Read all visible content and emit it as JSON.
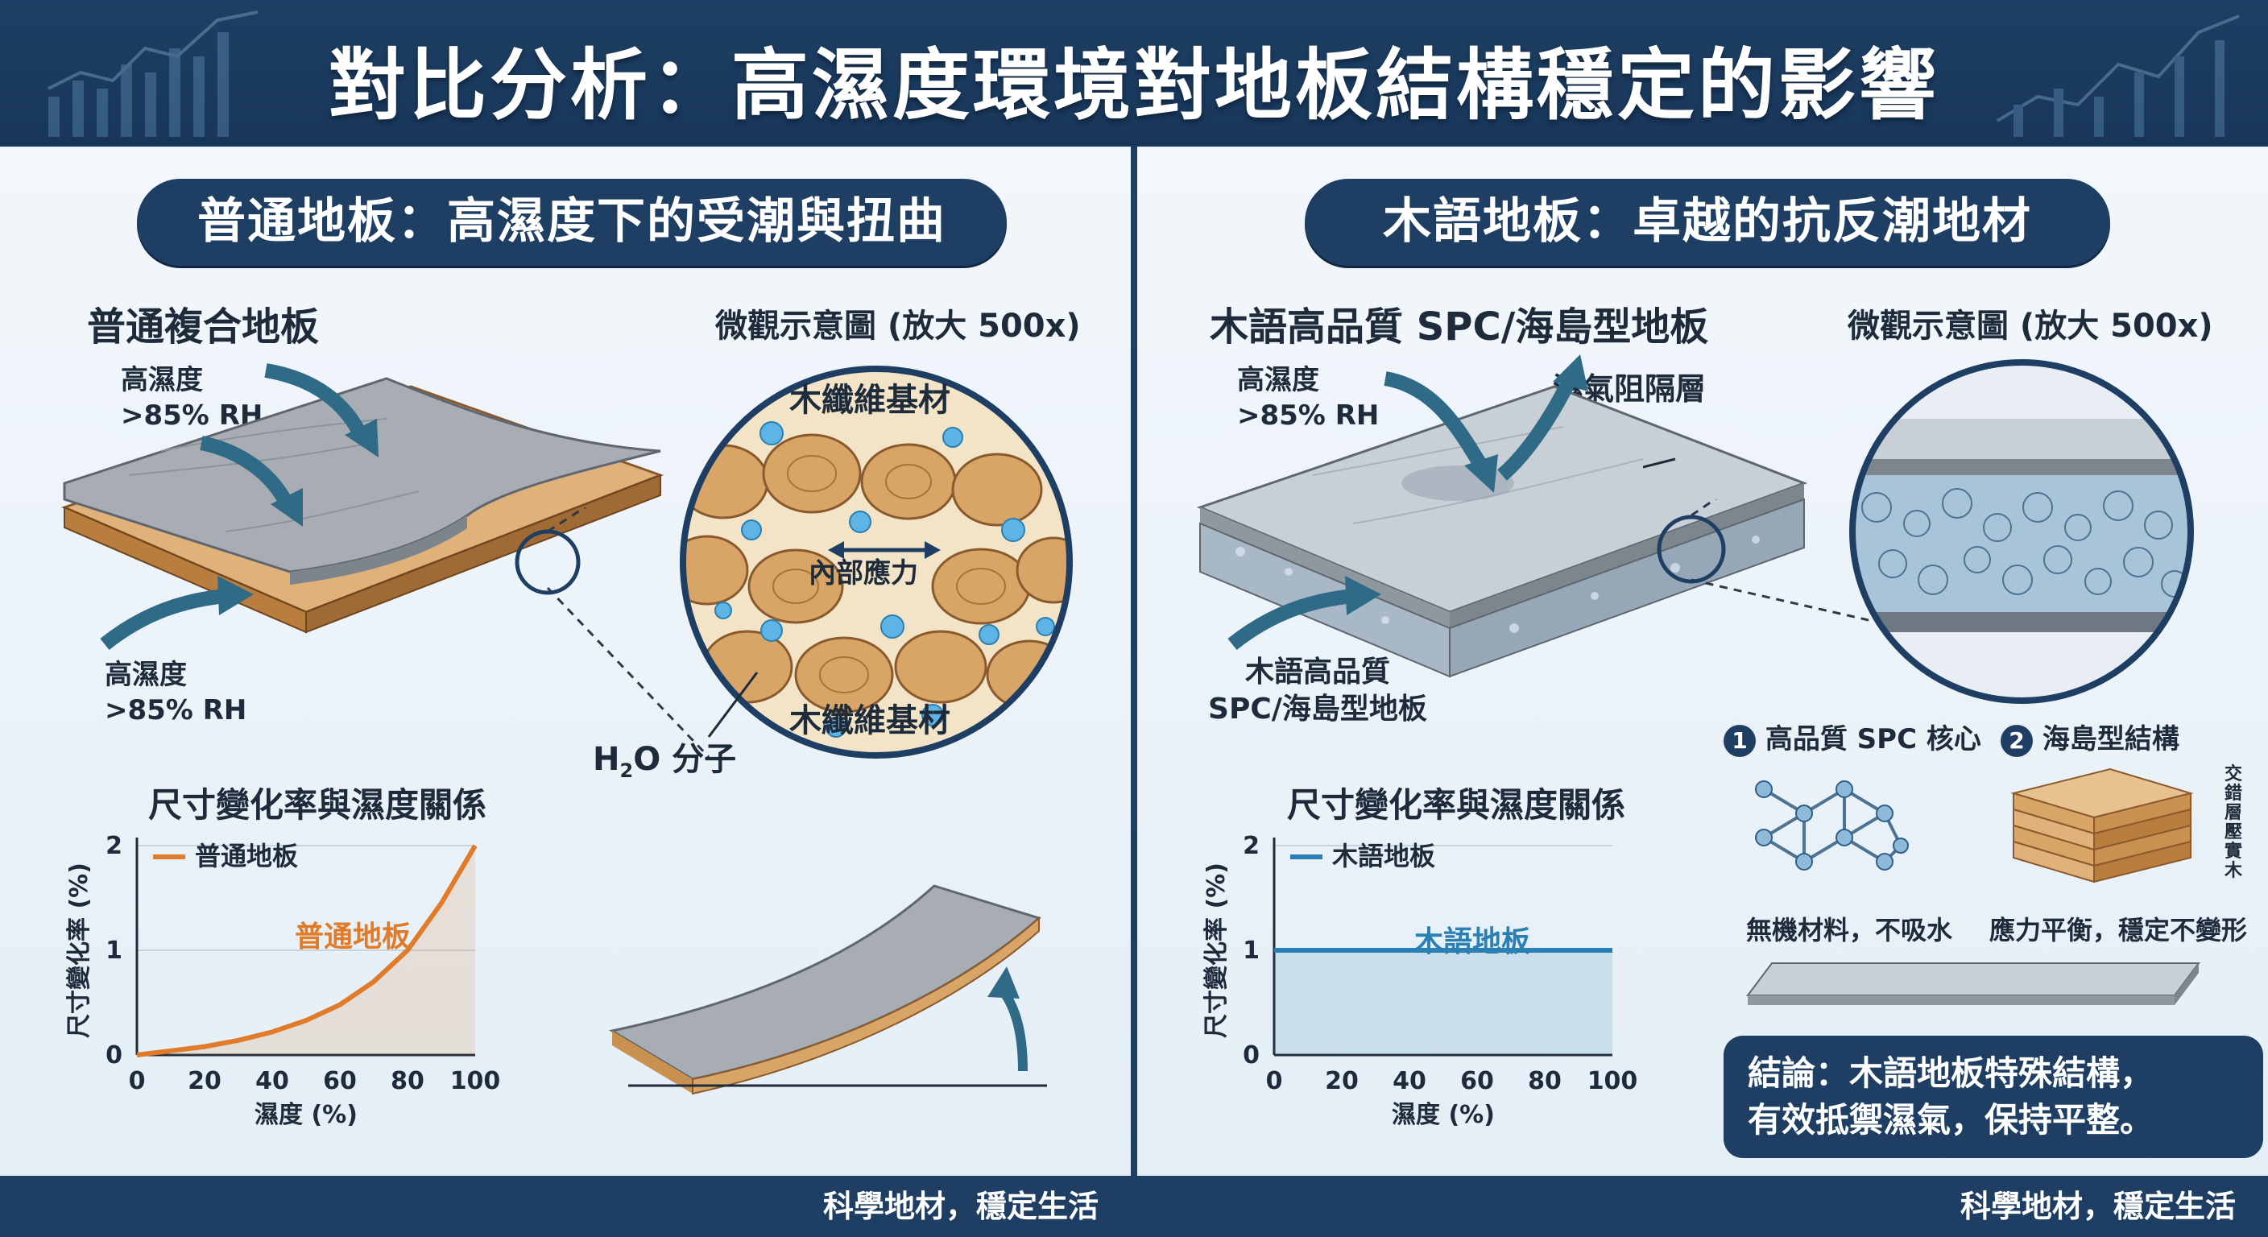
{
  "title": "對比分析：高濕度環境對地板結構穩定的影響",
  "left": {
    "heading": "普通地板：高濕度下的受潮與扭曲",
    "product_label": "普通複合地板",
    "humidity_top": [
      "高濕度",
      ">85% RH"
    ],
    "humidity_bottom": [
      "高濕度",
      ">85% RH"
    ],
    "micro_title": "微觀示意圖 (放大 500x)",
    "fiber_top": "木纖維基材",
    "fiber_bottom": "木纖維基材",
    "stress": "內部應力",
    "h2o_prefix": "H",
    "h2o_sub": "2",
    "h2o_suffix": "O 分子",
    "chart_title": "尺寸變化率與濕度關係",
    "legend": "普通地板",
    "inline_label": "普通地板",
    "footer": "科學地材，穩定生活"
  },
  "right": {
    "heading": "木語地板：卓越的抗反潮地材",
    "product_label": "木語高品質 SPC/海島型地板",
    "humidity": [
      "高濕度",
      ">85% RH"
    ],
    "barrier": "濕氣阻隔層",
    "core_label": [
      "木語高品質",
      "SPC/海島型地板"
    ],
    "micro_title": "微觀示意圖 (放大 500x)",
    "feature1_num": "1",
    "feature1_title": "高品質 SPC 核心",
    "feature1_desc": "無機材料，不吸水",
    "feature2_num": "2",
    "feature2_title": "海島型結構",
    "feature2_desc": "應力平衡，穩定不變形",
    "cross_label": "交錯層壓實木",
    "chart_title": "尺寸變化率與濕度關係",
    "legend": "木語地板",
    "inline_label": "木語地板",
    "conclusion_line1": "結論：木語地板特殊結構，",
    "conclusion_line2": "有效抵禦濕氣，保持平整。",
    "footer": "科學地材，穩定生活"
  },
  "colors": {
    "navy": "#1e3f63",
    "orange": "#e07b2a",
    "blue": "#2a7fb3",
    "water": "#5fb4e6"
  },
  "chart_data": [
    {
      "type": "area",
      "xlabel": "濕度 (%)",
      "ylabel": "尺寸變化率 (%)",
      "x_ticks": [
        0,
        20,
        40,
        60,
        80,
        100
      ],
      "y_ticks": [
        0,
        1,
        2
      ],
      "xlim": [
        0,
        100
      ],
      "ylim": [
        0,
        2
      ],
      "grid": "horizontal",
      "legend_position": "top-left",
      "series": [
        {
          "name": "普通地板",
          "color": "#e07b2a",
          "x": [
            0,
            10,
            20,
            30,
            40,
            50,
            60,
            70,
            80,
            90,
            100
          ],
          "y": [
            0.0,
            0.04,
            0.08,
            0.14,
            0.22,
            0.33,
            0.48,
            0.7,
            1.0,
            1.45,
            2.0
          ]
        }
      ]
    },
    {
      "type": "area",
      "xlabel": "濕度 (%)",
      "ylabel": "尺寸變化率 (%)",
      "x_ticks": [
        0,
        20,
        40,
        60,
        80,
        100
      ],
      "y_ticks": [
        0,
        1,
        2
      ],
      "xlim": [
        0,
        100
      ],
      "ylim": [
        0,
        2
      ],
      "grid": "horizontal",
      "legend_position": "top-left",
      "series": [
        {
          "name": "木語地板",
          "color": "#2a7fb3",
          "x": [
            0,
            20,
            40,
            60,
            80,
            100
          ],
          "y": [
            1.0,
            1.0,
            1.0,
            1.0,
            1.0,
            1.0
          ]
        }
      ]
    }
  ]
}
